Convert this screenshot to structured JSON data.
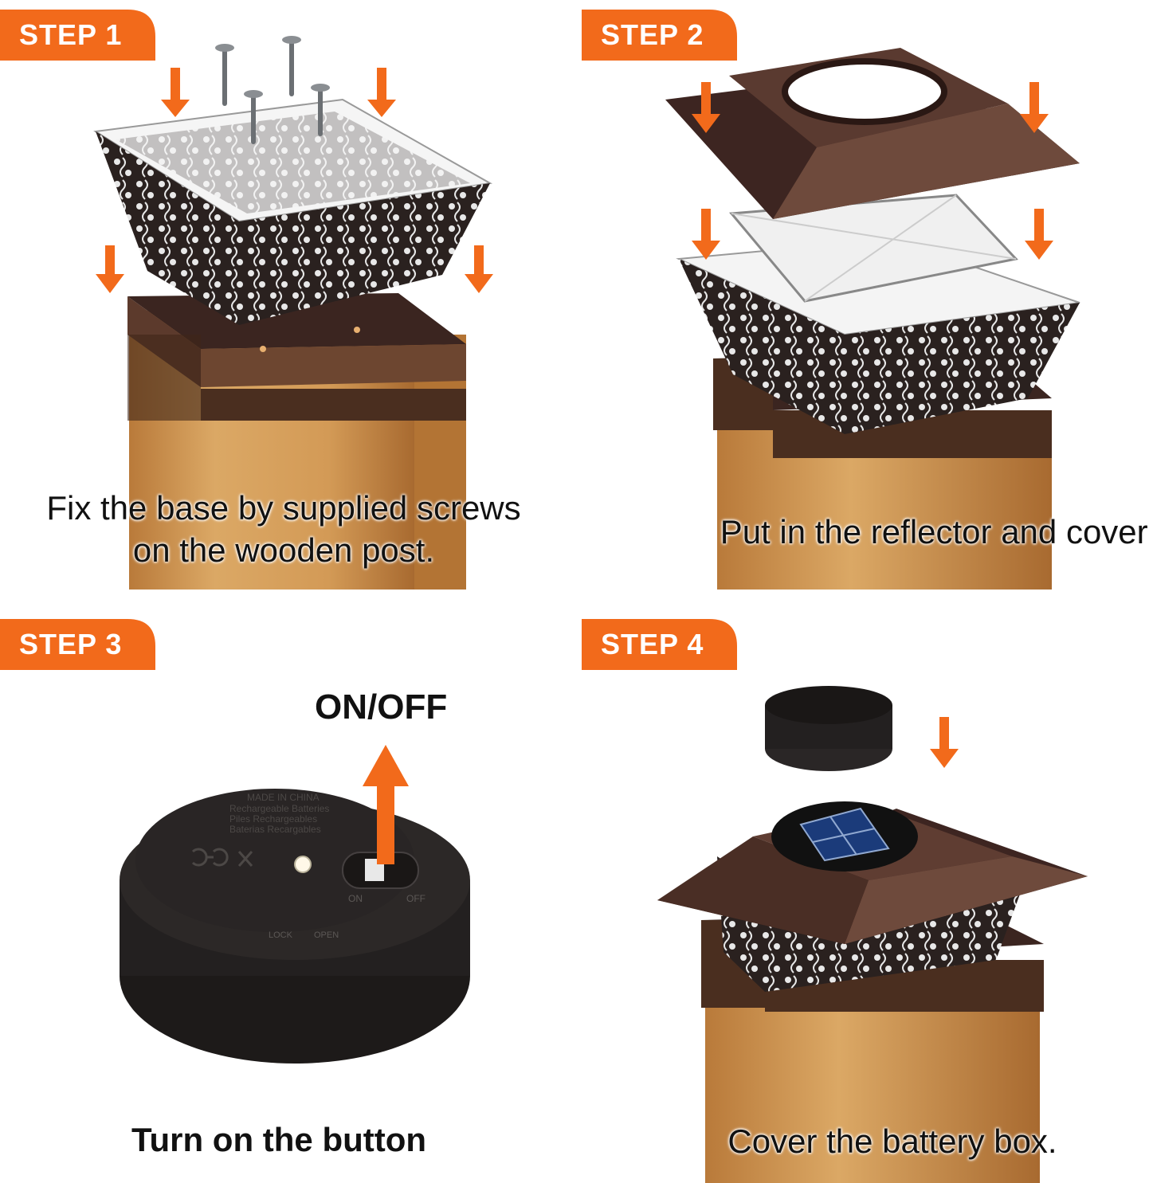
{
  "colors": {
    "accent": "#f26a1b",
    "wood": "#d9a05c",
    "cap_brown": "#4a2e24",
    "dark": "#1e1b1a"
  },
  "steps": [
    {
      "badge": "STEP 1",
      "caption_line1": "Fix the base by supplied screws",
      "caption_line2": "on the wooden post."
    },
    {
      "badge": "STEP 2",
      "caption": "Put in the reflector and cover."
    },
    {
      "badge": "STEP 3",
      "switch_label": "ON/OFF",
      "caption": "Turn on the button",
      "battery_text": [
        "MADE IN CHINA",
        "Rechargeable Batteries",
        "Piles Rechargeables",
        "Baterias Recargables"
      ],
      "switch_on": "ON",
      "switch_off": "OFF",
      "lock": "LOCK",
      "open": "OPEN"
    },
    {
      "badge": "STEP 4",
      "caption": "Cover the battery box."
    }
  ]
}
